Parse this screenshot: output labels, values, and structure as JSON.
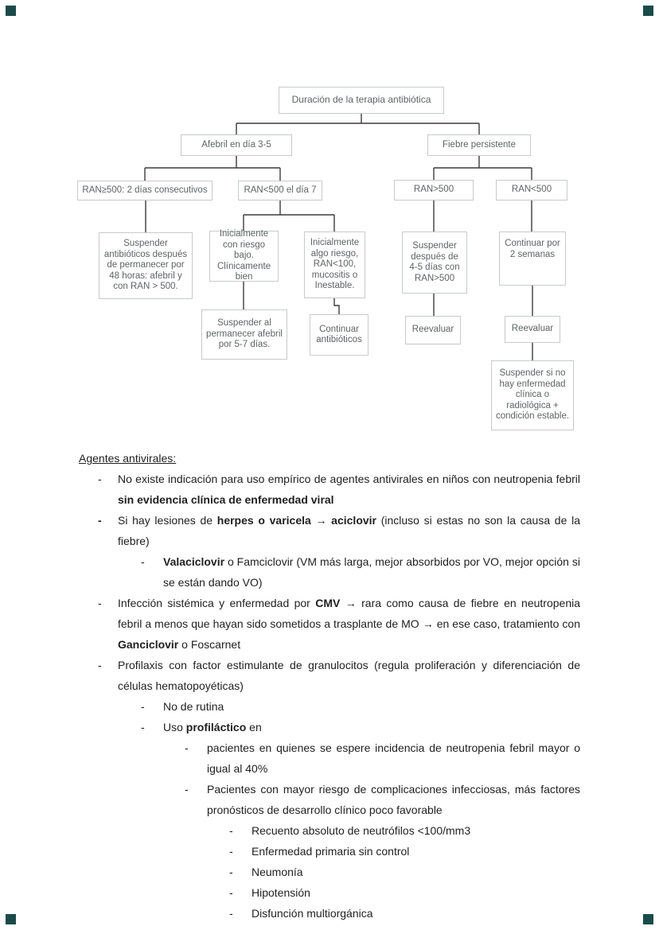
{
  "colors": {
    "corner_mark": "#1b4a4a",
    "flowchart_border": "#c7cbcb",
    "flowchart_text": "#5f6365",
    "connector_line": "#3c3c3c",
    "body_text": "#1f1f1f"
  },
  "flowchart": {
    "nodes": [
      {
        "id": "root",
        "label": "Duración de la terapia antibiótica"
      },
      {
        "id": "afebril-dia-3-5",
        "label": "Afebril en día 3-5"
      },
      {
        "id": "fiebre-persistente",
        "label": "Fiebre persistente"
      },
      {
        "id": "ran-ge-500",
        "label": "RAN≥500: 2 días consecutivos"
      },
      {
        "id": "ran-lt-500-dia-7",
        "label": "RAN<500 el día 7"
      },
      {
        "id": "ran-gt-500",
        "label": "RAN>500"
      },
      {
        "id": "ran-lt-500",
        "label": "RAN<500"
      },
      {
        "id": "suspender-48h",
        "label": "Suspender antibióticos después de permanecer por 48 horas: afebril y con RAN > 500."
      },
      {
        "id": "riesgo-bajo",
        "label": "Inicialmente con riesgo bajo. Clínicamente bien"
      },
      {
        "id": "algo-riesgo",
        "label": "Inicialmente algo riesgo, RAN<100, mucositis o Inestable."
      },
      {
        "id": "suspender-4-5-dias",
        "label": "Suspender después de 4-5 días con RAN>500"
      },
      {
        "id": "continuar-2-semanas",
        "label": "Continuar por 2 semanas"
      },
      {
        "id": "suspender-afebril-5-7",
        "label": "Suspender al permanecer afebril por 5-7 días."
      },
      {
        "id": "continuar-antibioticos",
        "label": "Continuar antibióticos"
      },
      {
        "id": "reevaluar-izq",
        "label": "Reevaluar"
      },
      {
        "id": "reevaluar-der",
        "label": "Reevaluar"
      },
      {
        "id": "suspender-condicion-estable",
        "label": "Suspender si no hay enfermedad clínica o radiológica + condición estable."
      }
    ]
  },
  "notes": {
    "heading": "Agentes antivirales:",
    "items": [
      {
        "level": 1,
        "marker": "-",
        "marker_bold": false,
        "segments": [
          {
            "t": "No existe indicación para uso empírico de agentes antivirales en niños con neutropenia febril ",
            "b": false
          },
          {
            "t": "sin evidencia clínica de enfermedad viral",
            "b": true
          }
        ]
      },
      {
        "level": 1,
        "marker": "-",
        "marker_bold": true,
        "segments": [
          {
            "t": "Si hay lesiones de ",
            "b": false
          },
          {
            "t": "herpes o varicela → aciclovir",
            "b": true
          },
          {
            "t": " (incluso si estas no son la causa de la fiebre)",
            "b": false
          }
        ]
      },
      {
        "level": 2,
        "marker": "-",
        "marker_bold": false,
        "segments": [
          {
            "t": "Valaciclovir",
            "b": true
          },
          {
            "t": " o Famciclovir (VM más larga, mejor absorbidos por VO, mejor opción si se están dando VO)",
            "b": false
          }
        ]
      },
      {
        "level": 1,
        "marker": "-",
        "marker_bold": false,
        "segments": [
          {
            "t": "Infección sistémica y enfermedad por ",
            "b": false
          },
          {
            "t": "CMV",
            "b": true
          },
          {
            "t": " → rara como causa de fiebre en neutropenia febril a menos que hayan sido sometidos a trasplante de MO → en ese caso, tratamiento con ",
            "b": false
          },
          {
            "t": "Ganciclovir",
            "b": true
          },
          {
            "t": " o Foscarnet",
            "b": false
          }
        ]
      },
      {
        "level": 1,
        "marker": "-",
        "marker_bold": false,
        "segments": [
          {
            "t": "Profilaxis con factor estimulante de granulocitos (regula proliferación y diferenciación de células hematopoyéticas)",
            "b": false
          }
        ]
      },
      {
        "level": 2,
        "marker": "-",
        "marker_bold": false,
        "segments": [
          {
            "t": "No de rutina",
            "b": false
          }
        ]
      },
      {
        "level": 2,
        "marker": "-",
        "marker_bold": false,
        "segments": [
          {
            "t": "Uso ",
            "b": false
          },
          {
            "t": "profiláctico",
            "b": true
          },
          {
            "t": " en",
            "b": false
          }
        ]
      },
      {
        "level": 3,
        "marker": "-",
        "marker_bold": false,
        "segments": [
          {
            "t": "pacientes en quienes se espere incidencia de neutropenia febril mayor o igual al 40%",
            "b": false
          }
        ]
      },
      {
        "level": 3,
        "marker": "-",
        "marker_bold": false,
        "segments": [
          {
            "t": "Pacientes con mayor riesgo de complicaciones infecciosas, más factores pronósticos de desarrollo clínico poco favorable",
            "b": false
          }
        ]
      },
      {
        "level": 4,
        "marker": "-",
        "marker_bold": false,
        "segments": [
          {
            "t": "Recuento absoluto de neutrófilos <100/mm3",
            "b": false
          }
        ]
      },
      {
        "level": 4,
        "marker": "-",
        "marker_bold": false,
        "segments": [
          {
            "t": "Enfermedad primaria sin control",
            "b": false
          }
        ]
      },
      {
        "level": 4,
        "marker": "-",
        "marker_bold": false,
        "segments": [
          {
            "t": "Neumonía",
            "b": false
          }
        ]
      },
      {
        "level": 4,
        "marker": "-",
        "marker_bold": false,
        "segments": [
          {
            "t": "Hipotensión",
            "b": false
          }
        ]
      },
      {
        "level": 4,
        "marker": "-",
        "marker_bold": false,
        "segments": [
          {
            "t": "Disfunción multiorgánica",
            "b": false
          }
        ]
      }
    ]
  }
}
